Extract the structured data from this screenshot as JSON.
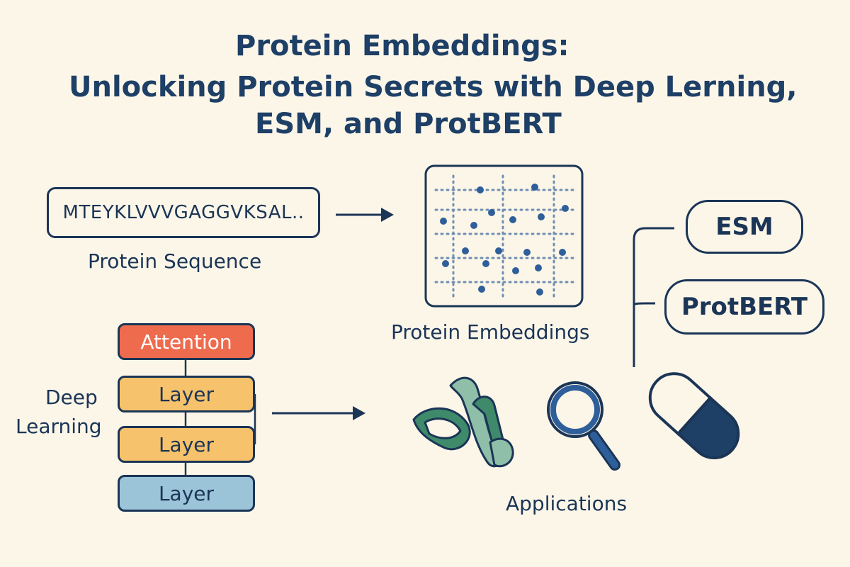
{
  "title": {
    "line1": "Protein Embeddings:",
    "line2": "Unlocking Protein Secrets with Deep Lerning,",
    "line3": "ESM, and ProtBERT"
  },
  "sequence": {
    "text": "MTEYKLVVVGAGGVKSAL..",
    "label": "Protein Sequence"
  },
  "embeddings": {
    "label": "Protein Embeddings"
  },
  "models": [
    "ESM",
    "ProtBERT"
  ],
  "deep_learning": {
    "label_line1": "Deep",
    "label_line2": "Learning",
    "layers": [
      "Attention",
      "Layer",
      "Layer",
      "Layer"
    ]
  },
  "applications": {
    "label": "Applications",
    "icons": [
      "protein-ribbon-icon",
      "magnifier-icon",
      "capsule-icon"
    ]
  },
  "colors": {
    "navy": "#1b3556",
    "attention": "#ee6b4d",
    "layer_orange": "#f6c26b",
    "layer_blue": "#9cc4d9",
    "background": "#fcf6e9",
    "dot_blue": "#2f5f9a",
    "ribbon_green": "#3f8a6a"
  }
}
